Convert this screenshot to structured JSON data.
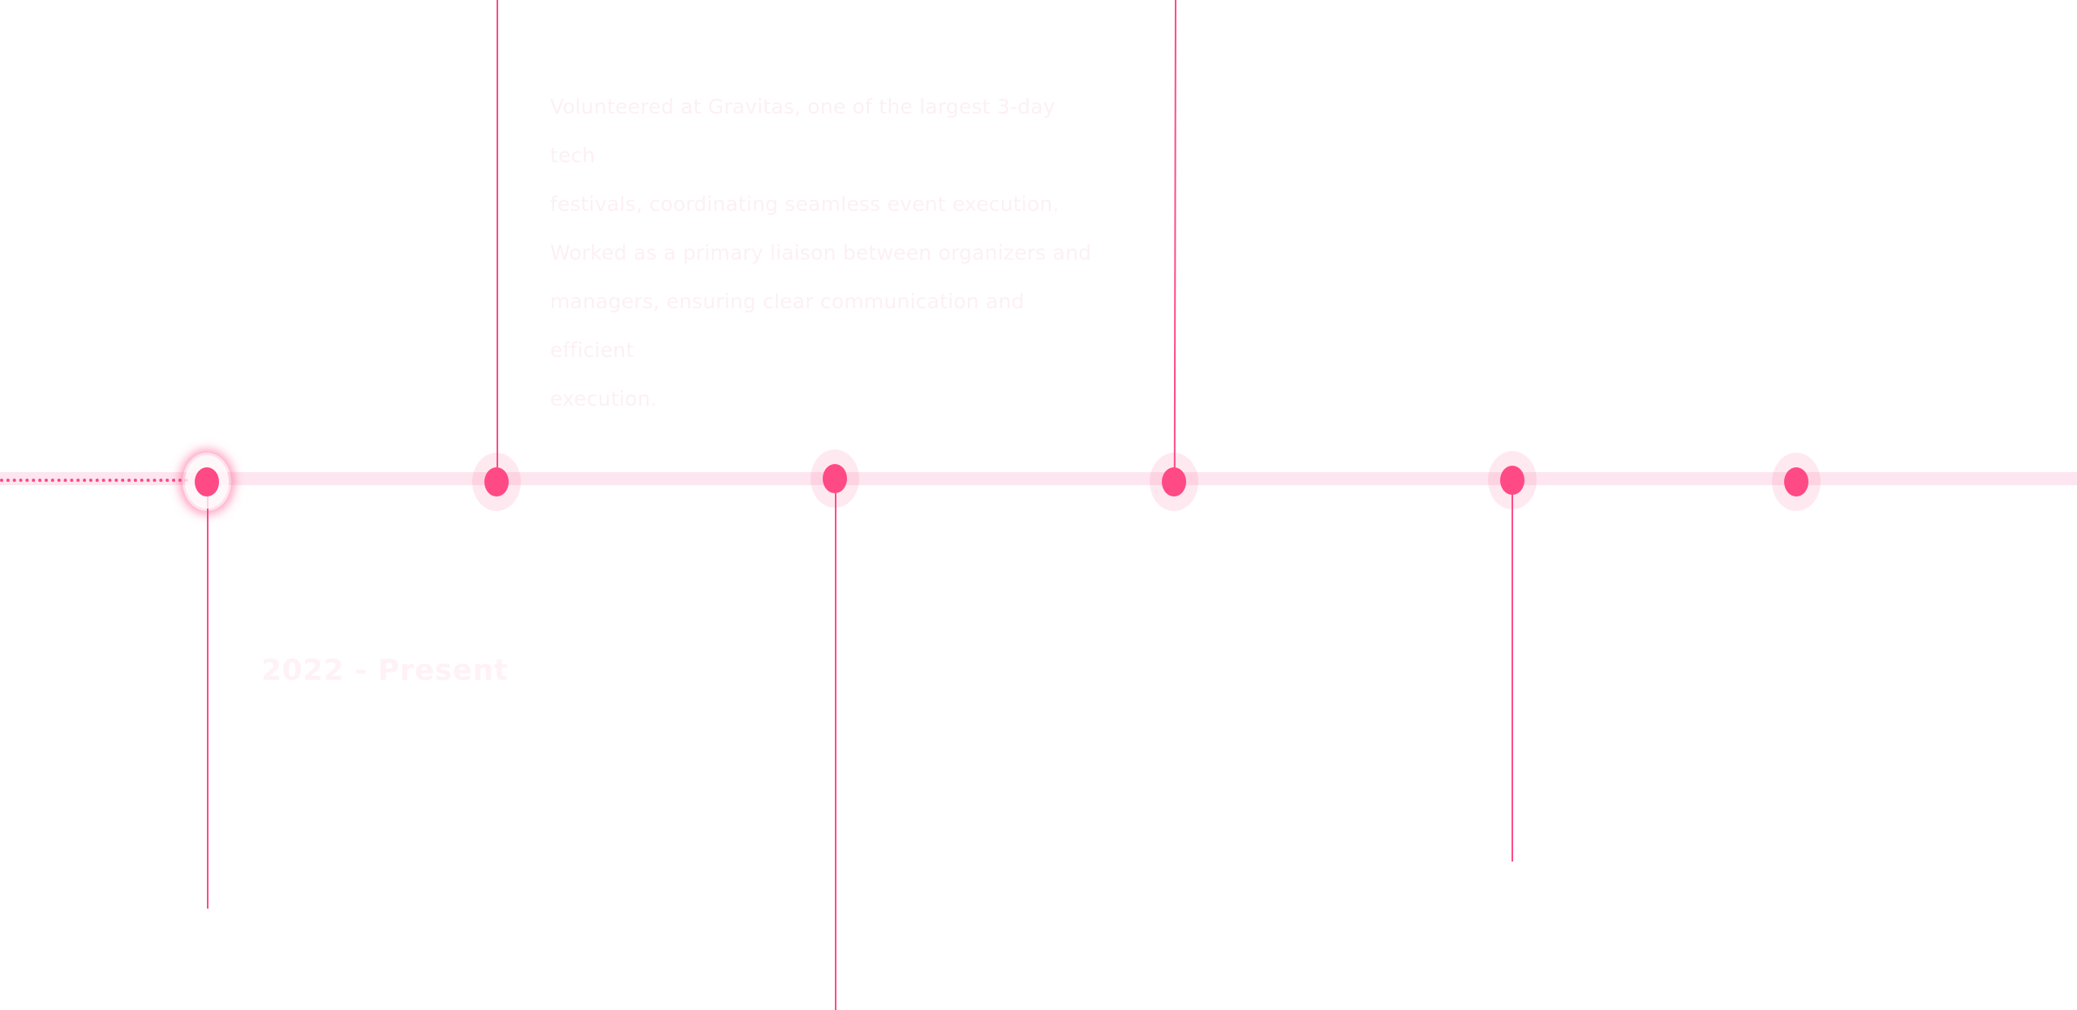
{
  "timeline": {
    "accent_color": "#ff4a86",
    "track_color": "#fde6ef",
    "nodes": [
      {
        "name": "timeline-node-1",
        "active": true
      },
      {
        "name": "timeline-node-2",
        "active": false
      },
      {
        "name": "timeline-node-3",
        "active": false
      },
      {
        "name": "timeline-node-4",
        "active": false
      },
      {
        "name": "timeline-node-5",
        "active": false
      },
      {
        "name": "timeline-node-6",
        "active": false
      }
    ]
  },
  "entry": {
    "date": "2022 - Present",
    "lines": [
      "Volunteered at Gravitas, one of the largest 3-day tech",
      "festivals, coordinating seamless event execution.",
      "Worked as a primary liaison between organizers and",
      "managers, ensuring clear communication and efficient",
      "execution."
    ]
  }
}
